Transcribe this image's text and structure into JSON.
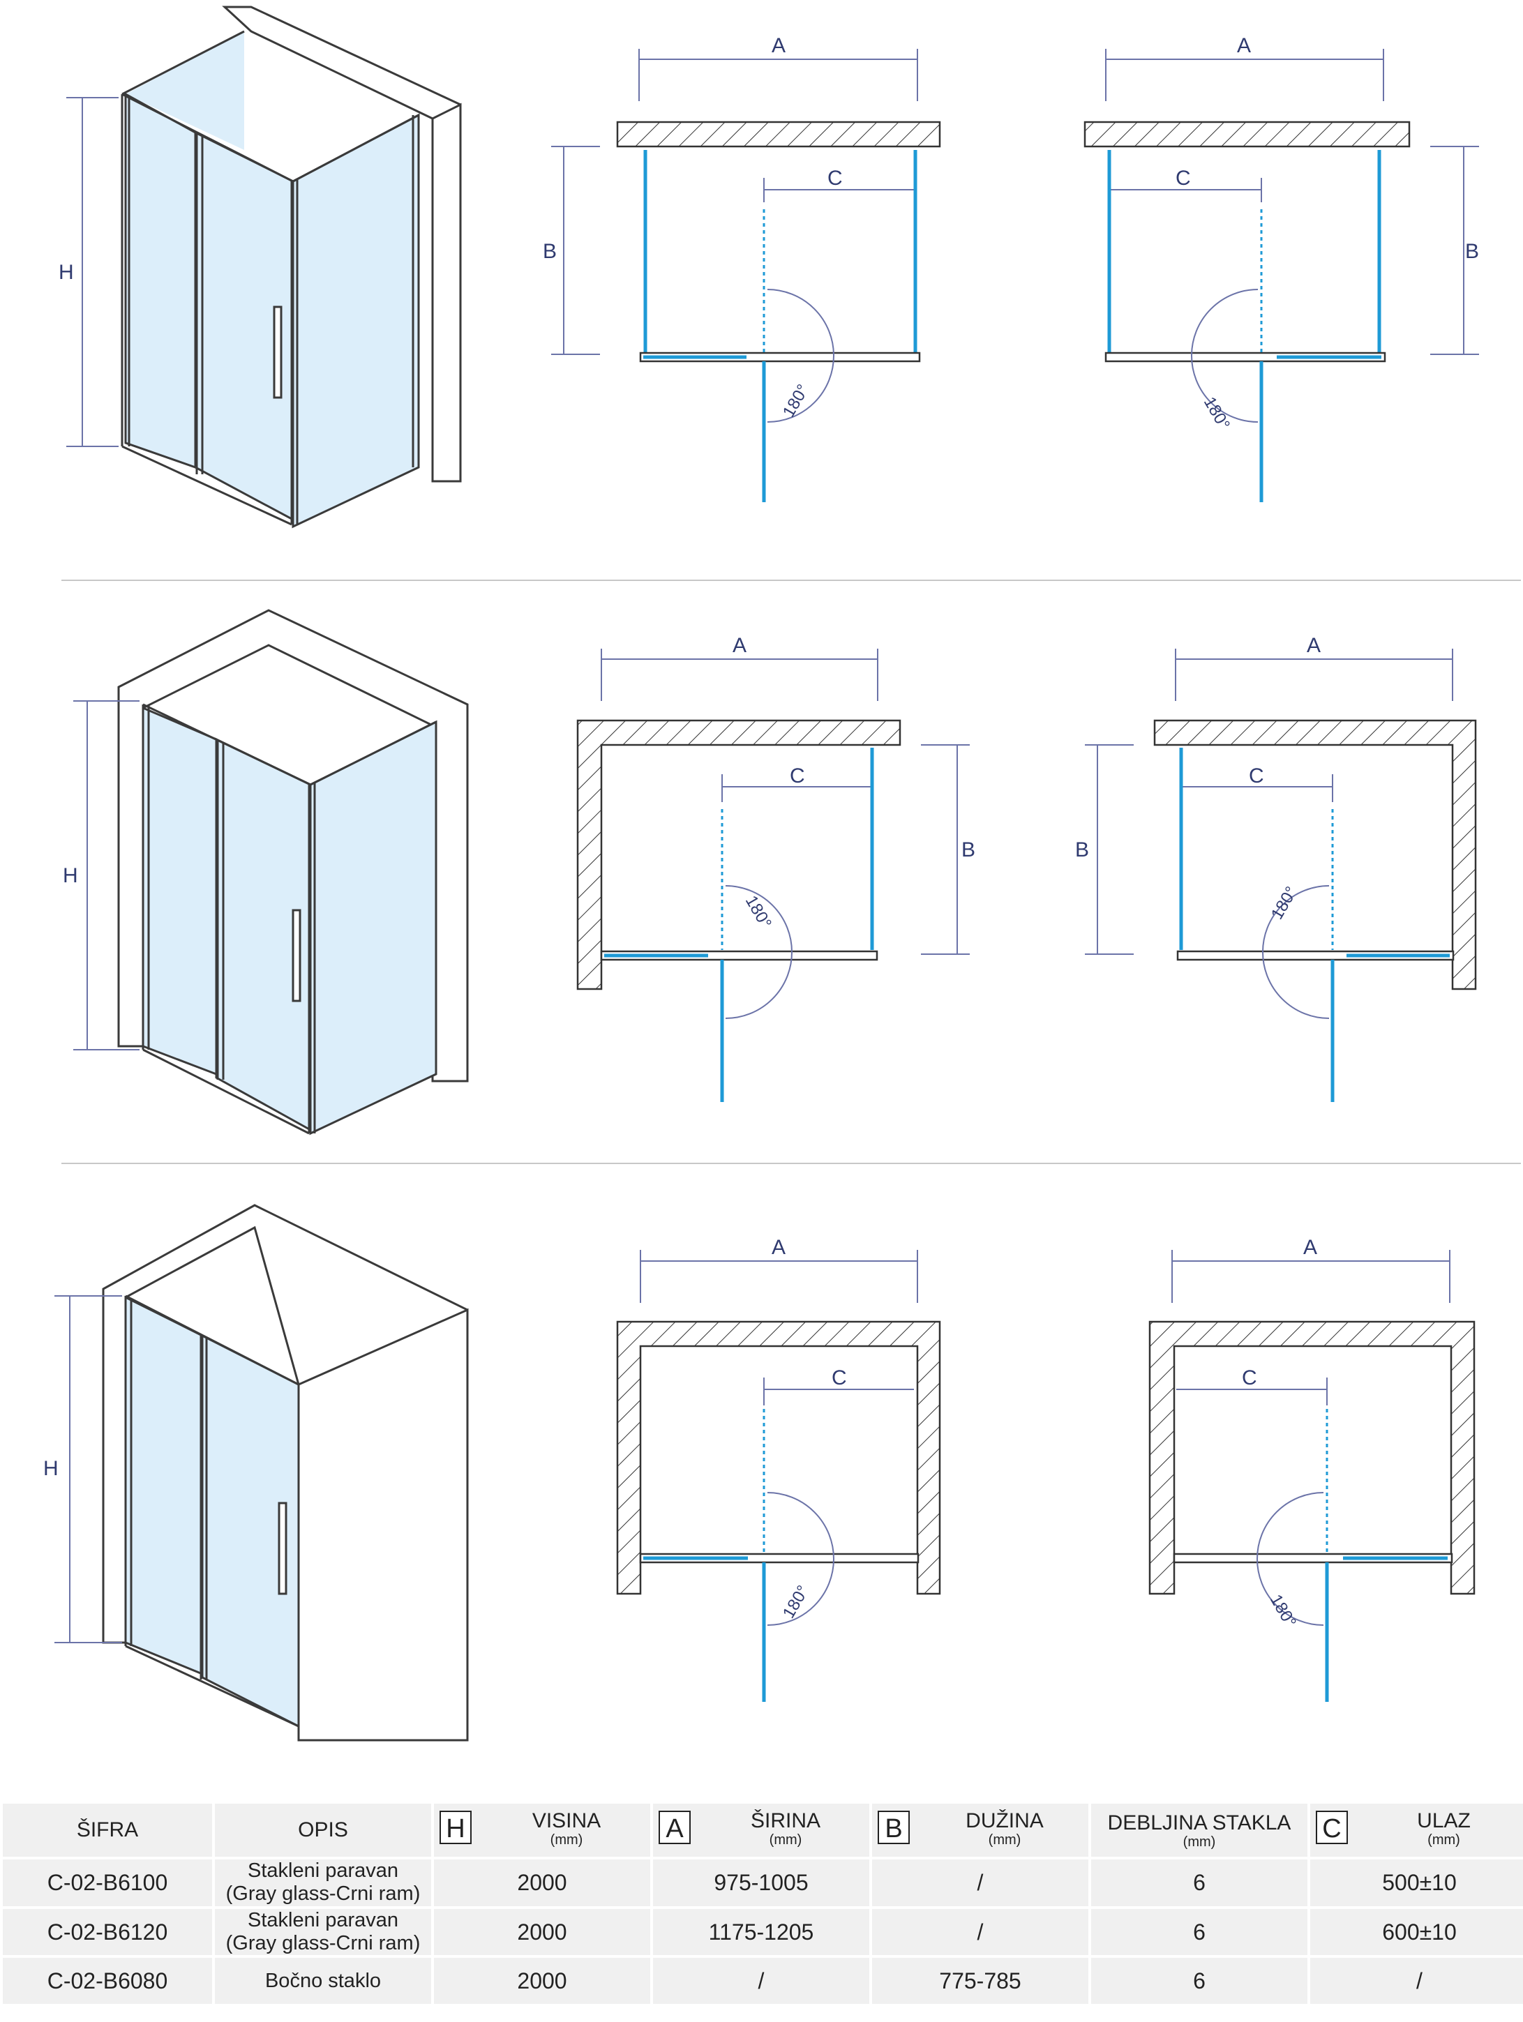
{
  "diagram": {
    "row1": {
      "iso_h": "H",
      "plan_left": {
        "a": "A",
        "b": "B",
        "c": "C",
        "angle": "180°"
      },
      "plan_right": {
        "a": "A",
        "b": "B",
        "c": "C",
        "angle": "180°"
      }
    },
    "row2": {
      "iso_h": "H",
      "plan_left": {
        "a": "A",
        "b": "B",
        "c": "C",
        "angle": "180°"
      },
      "plan_right": {
        "a": "A",
        "b": "B",
        "c": "C",
        "angle": "180°"
      }
    },
    "row3": {
      "iso_h": "H",
      "plan_left": {
        "a": "A",
        "c": "C",
        "angle": "180°"
      },
      "plan_right": {
        "a": "A",
        "c": "C",
        "angle": "180°"
      }
    },
    "colors": {
      "glass": "#dceefa",
      "glass_line": "#1e9ad6",
      "dim_line": "#6b73a8",
      "outline": "#3a3a3a"
    }
  },
  "table": {
    "headers": {
      "sifra": "ŠIFRA",
      "opis": "OPIS",
      "visina": {
        "letter": "H",
        "label": "VISINA",
        "unit": "(mm)"
      },
      "sirina": {
        "letter": "A",
        "label": "ŠIRINA",
        "unit": "(mm)"
      },
      "duzina": {
        "letter": "B",
        "label": "DUŽINA",
        "unit": "(mm)"
      },
      "debljina": {
        "label": "DEBLJINA STAKLA",
        "unit": "(mm)"
      },
      "ulaz": {
        "letter": "C",
        "label": "ULAZ",
        "unit": "(mm)"
      }
    },
    "rows": [
      {
        "sifra": "C-02-B6100",
        "opis_1": "Stakleni paravan",
        "opis_2": "(Gray glass-Crni ram)",
        "visina": "2000",
        "sirina": "975-1005",
        "duzina": "/",
        "debljina": "6",
        "ulaz": "500±10"
      },
      {
        "sifra": "C-02-B6120",
        "opis_1": "Stakleni paravan",
        "opis_2": "(Gray glass-Crni ram)",
        "visina": "2000",
        "sirina": "1175-1205",
        "duzina": "/",
        "debljina": "6",
        "ulaz": "600±10"
      },
      {
        "sifra": "C-02-B6080",
        "opis_1": "Bočno staklo",
        "opis_2": "",
        "visina": "2000",
        "sirina": "/",
        "duzina": "775-785",
        "debljina": "6",
        "ulaz": "/"
      }
    ]
  }
}
